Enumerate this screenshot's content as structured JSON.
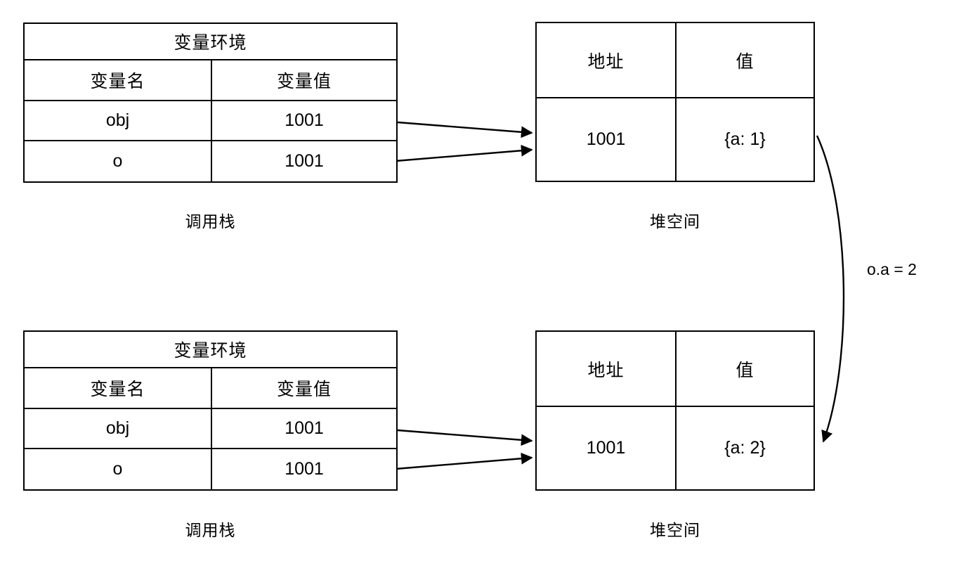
{
  "diagram": {
    "title_semantic": "javascript-object-reference-memory-diagram",
    "stroke_color": "#000000",
    "background_color": "#ffffff"
  },
  "top_section": {
    "stack_table": {
      "title": "变量环境",
      "headers": [
        "变量名",
        "变量值"
      ],
      "rows": [
        {
          "name": "obj",
          "value": "1001"
        },
        {
          "name": "o",
          "value": "1001"
        }
      ]
    },
    "stack_caption": "调用栈",
    "heap_table": {
      "headers": [
        "地址",
        "值"
      ],
      "rows": [
        {
          "address": "1001",
          "value": "{a: 1}"
        }
      ]
    },
    "heap_caption": "堆空间"
  },
  "bottom_section": {
    "stack_table": {
      "title": "变量环境",
      "headers": [
        "变量名",
        "变量值"
      ],
      "rows": [
        {
          "name": "obj",
          "value": "1001"
        },
        {
          "name": "o",
          "value": "1001"
        }
      ]
    },
    "stack_caption": "调用栈",
    "heap_table": {
      "headers": [
        "地址",
        "值"
      ],
      "rows": [
        {
          "address": "1001",
          "value": "{a: 2}"
        }
      ]
    },
    "heap_caption": "堆空间"
  },
  "transition": {
    "label": "o.a = 2"
  }
}
